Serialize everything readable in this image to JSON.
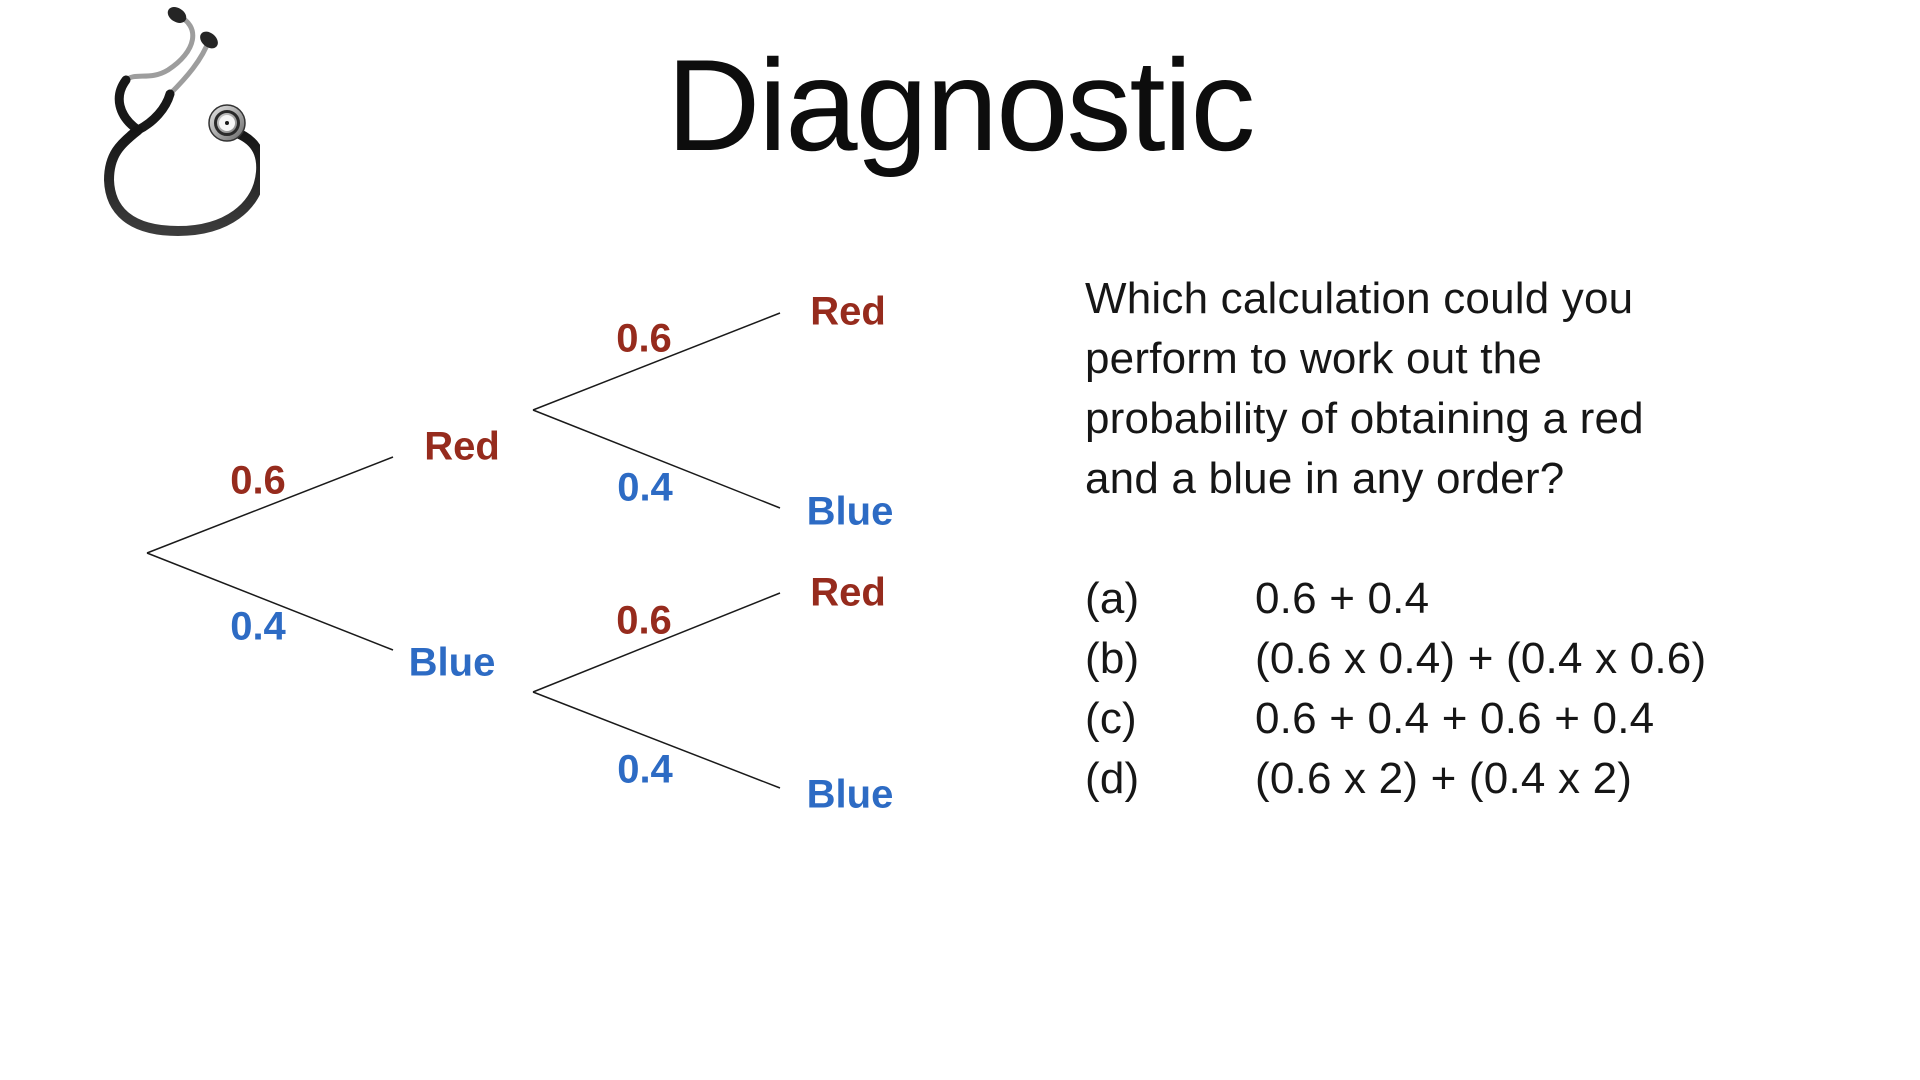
{
  "title": "Diagnostic",
  "logo_icon": "stethoscope-icon",
  "colors": {
    "outcome_red": "#962b1d",
    "outcome_blue": "#2d6bc4",
    "line": "#1a1a1a",
    "text": "#161616"
  },
  "tree": {
    "stage1": [
      {
        "prob": "0.6",
        "outcome": "Red"
      },
      {
        "prob": "0.4",
        "outcome": "Blue"
      }
    ],
    "stage2_after_red": [
      {
        "prob": "0.6",
        "outcome": "Red"
      },
      {
        "prob": "0.4",
        "outcome": "Blue"
      }
    ],
    "stage2_after_blue": [
      {
        "prob": "0.6",
        "outcome": "Red"
      },
      {
        "prob": "0.4",
        "outcome": "Blue"
      }
    ]
  },
  "question": {
    "lines": [
      "Which calculation could you",
      "perform to work out the",
      "probability of obtaining a red",
      "and a blue in any order?"
    ]
  },
  "options": [
    {
      "label": "(a)",
      "formula": "0.6 + 0.4"
    },
    {
      "label": "(b)",
      "formula": "(0.6 x 0.4) + (0.4 x 0.6)"
    },
    {
      "label": "(c)",
      "formula": "0.6 + 0.4 + 0.6 + 0.4"
    },
    {
      "label": "(d)",
      "formula": "(0.6 x 2) + (0.4 x 2)"
    }
  ]
}
